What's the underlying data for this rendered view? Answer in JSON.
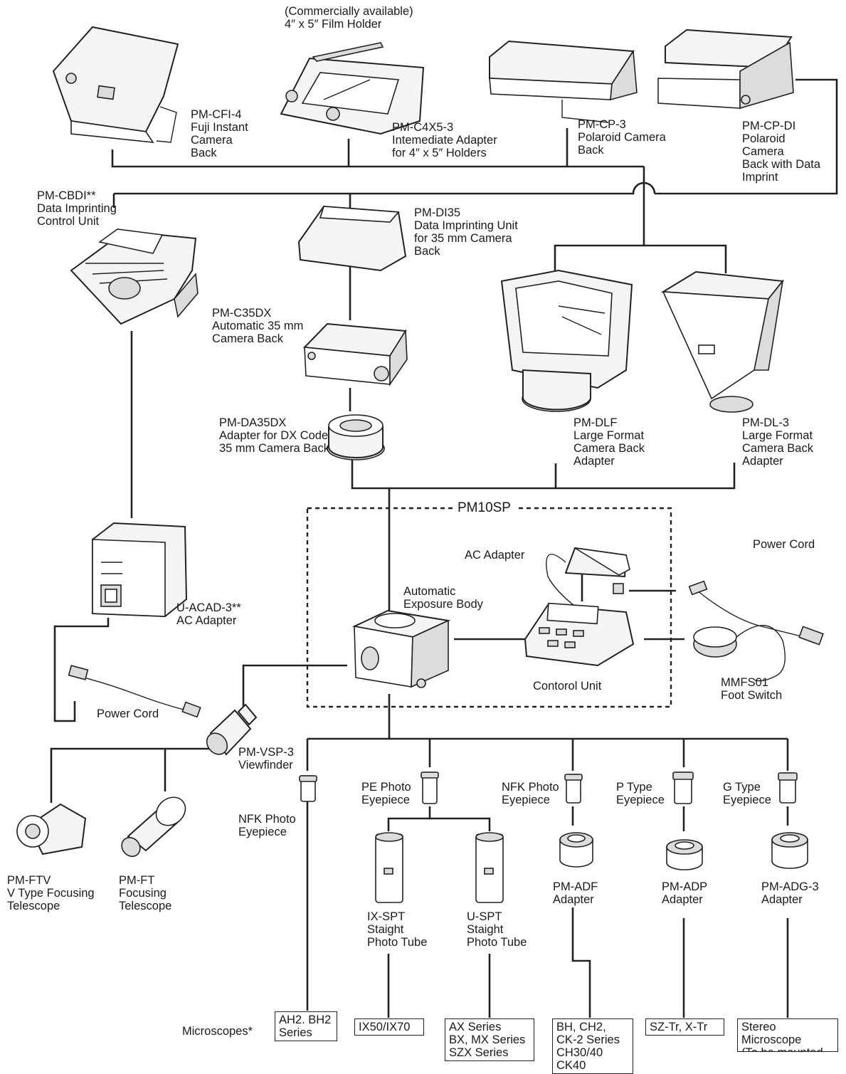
{
  "system_title": "PM10SP",
  "products": {
    "film_holder": "(Commercially available)\n4″ x 5″ Film Holder",
    "pm_cfi4": "PM-CFI-4\nFuji Instant\nCamera\nBack",
    "pm_c4x53": "PM-C4X5-3\nIntemediate Adapter\nfor 4″ x 5″ Holders",
    "pm_cp3": "PM-CP-3\nPolaroid Camera\nBack",
    "pm_cpdi": "PM-CP-DI\nPolaroid\nCamera\nBack with Data\nImprint",
    "pm_cbdi": "PM-CBDI**\nData Imprinting\nControl Unit",
    "pm_di35": "PM-DI35\nData Imprinting Unit\nfor 35 mm Camera\nBack",
    "pm_c35dx": "PM-C35DX\nAutomatic 35 mm\nCamera Back",
    "pm_da35dx": "PM-DA35DX\nAdapter for DX Code\n35 mm Camera Back",
    "pm_dlf": "PM-DLF\nLarge Format\nCamera Back\nAdapter",
    "pm_dl3": "PM-DL-3\nLarge Format\nCamera Back\nAdapter",
    "ac_adapter": "AC Adapter",
    "power_cord_right": "Power Cord",
    "auto_body": "Automatic\nExposure Body",
    "u_acad3": "U-ACAD-3**\nAC Adapter",
    "control_unit": "Contorol Unit",
    "mmfs01": "MMFS01\nFoot Switch",
    "power_cord_left": "Power Cord",
    "pm_vsp3": "PM-VSP-3\nViewfinder",
    "pm_ftv": "PM-FTV\nV Type Focusing\nTelescope",
    "pm_ft": "PM-FT\nFocusing\nTelescope",
    "nfk_left": "NFK Photo\nEyepiece",
    "pe_photo": "PE Photo\nEyepiece",
    "nfk_right": "NFK Photo\nEyepiece",
    "p_type": "P Type\nEyepiece",
    "g_type": "G Type\nEyepiece",
    "ix_spt": "IX-SPT\nStaight\nPhoto Tube",
    "u_spt": "U-SPT\nStaight\nPhoto Tube",
    "pm_adf": "PM-ADF\nAdapter",
    "pm_adp": "PM-ADP\nAdapter",
    "pm_adg3": "PM-ADG-3\nAdapter"
  },
  "microscopes": {
    "label": "Microscopes*",
    "boxes": [
      "AH2. BH2\nSeries",
      "IX50/IX70",
      "AX Series\nBX, MX Series\nSZX Series",
      "BH, CH2,\nCK-2 Series\nCH30/40\nCK40",
      "SZ-Tr, X-Tr",
      "Stereo\nMicroscope\n(To be mounted\non the eyepiece\nsleeve)"
    ]
  }
}
